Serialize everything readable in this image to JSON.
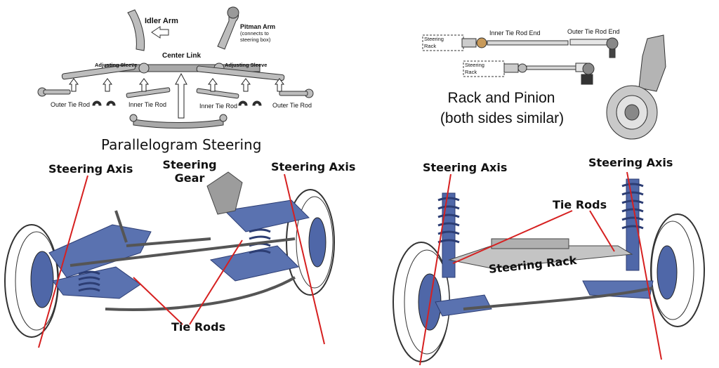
{
  "colors": {
    "suspension_blue": "#5a72b0",
    "suspension_dark": "#2c3d73",
    "axis_red": "#d62020",
    "metal": "#8c8c8c"
  },
  "parallelogram": {
    "title": "Parallelogram Steering",
    "idler_arm": "Idler Arm",
    "pitman_arm": "Pitman Arm",
    "pitman_note_1": "(connects to",
    "pitman_note_2": "steering box)",
    "center_link": "Center Link",
    "adjusting_sleeve_left": "Adjusting Sleeve",
    "adjusting_sleeve_right": "Adjusting Sleeve",
    "outer_tie_rod_left": "Outer Tie Rod",
    "inner_tie_rod_left": "Inner Tie Rod",
    "inner_tie_rod_right": "Inner Tie Rod",
    "outer_tie_rod_right": "Outer Tie Rod"
  },
  "rack_pinion": {
    "title_line1": "Rack and Pinion",
    "title_line2": "(both sides similar)",
    "steering_rack_a_1": "Steering",
    "steering_rack_a_2": "Rack",
    "steering_rack_b_1": "Steering",
    "steering_rack_b_2": "Rack",
    "inner_tie_rod_end": "Inner Tie Rod End",
    "outer_tie_rod_end": "Outer Tie Rod End"
  },
  "left_illustration": {
    "steering_axis_left": "Steering Axis",
    "steering_gear_1": "Steering",
    "steering_gear_2": "Gear",
    "steering_axis_right": "Steering Axis",
    "tie_rods": "Tie Rods"
  },
  "right_illustration": {
    "steering_axis_left": "Steering Axis",
    "steering_axis_right": "Steering Axis",
    "tie_rods": "Tie Rods",
    "steering_rack": "Steering Rack"
  }
}
